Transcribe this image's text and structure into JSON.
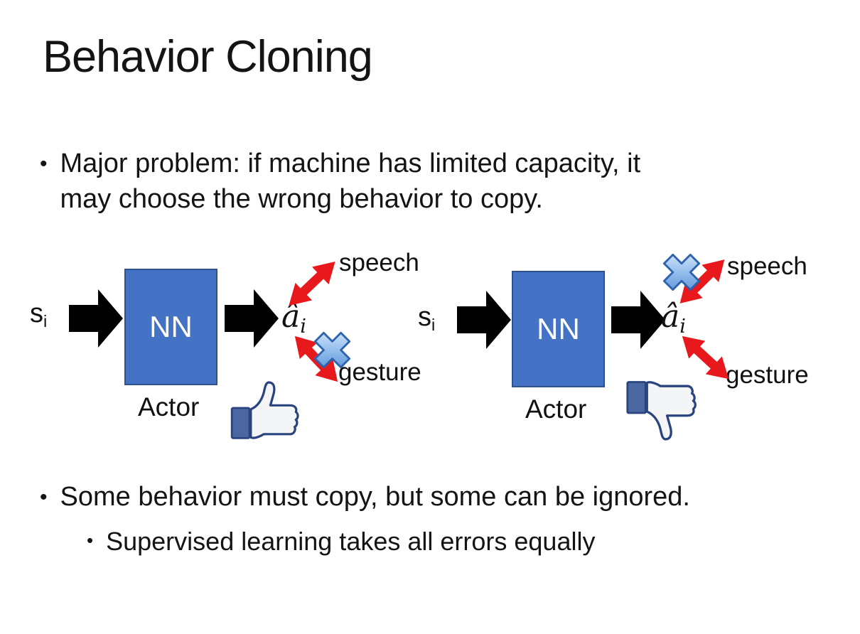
{
  "slide": {
    "title": "Behavior Cloning",
    "bullet_char": "•",
    "bullet1_lines": [
      "Major problem: if machine has limited capacity, it",
      "may choose the wrong behavior to copy."
    ],
    "bullet2": "Some behavior must copy, but some can be ignored.",
    "sub_bullet": "Supervised learning takes all errors equally"
  },
  "diagram_left": {
    "input_label": "s",
    "input_sub": "i",
    "nn_label": "NN",
    "output_label": "â",
    "output_sub": "i",
    "speech_label": "speech",
    "gesture_label": "gesture",
    "actor_label": "Actor",
    "crossed_out": "gesture",
    "feedback_icon": "thumbs-up-icon"
  },
  "diagram_right": {
    "input_label": "s",
    "input_sub": "i",
    "nn_label": "NN",
    "output_label": "â",
    "output_sub": "i",
    "speech_label": "speech",
    "gesture_label": "gesture",
    "actor_label": "Actor",
    "crossed_out": "speech",
    "feedback_icon": "thumbs-down-icon"
  },
  "icons": {
    "cross_marker": "blue-cross-icon",
    "flow_arrow": "black-block-arrow-icon",
    "relation_arrow": "red-double-arrow-icon"
  },
  "colors": {
    "text": "#111111",
    "nn_box_fill": "#4472C4",
    "nn_box_border": "#2F528F",
    "arrow_black": "#000000",
    "arrow_red": "#E8191D",
    "cross_stroke": "#2E64AE",
    "thumb_outline": "#29447E",
    "thumb_cuff": "#4B67A1",
    "thumb_hand": "#F4F5F7"
  }
}
